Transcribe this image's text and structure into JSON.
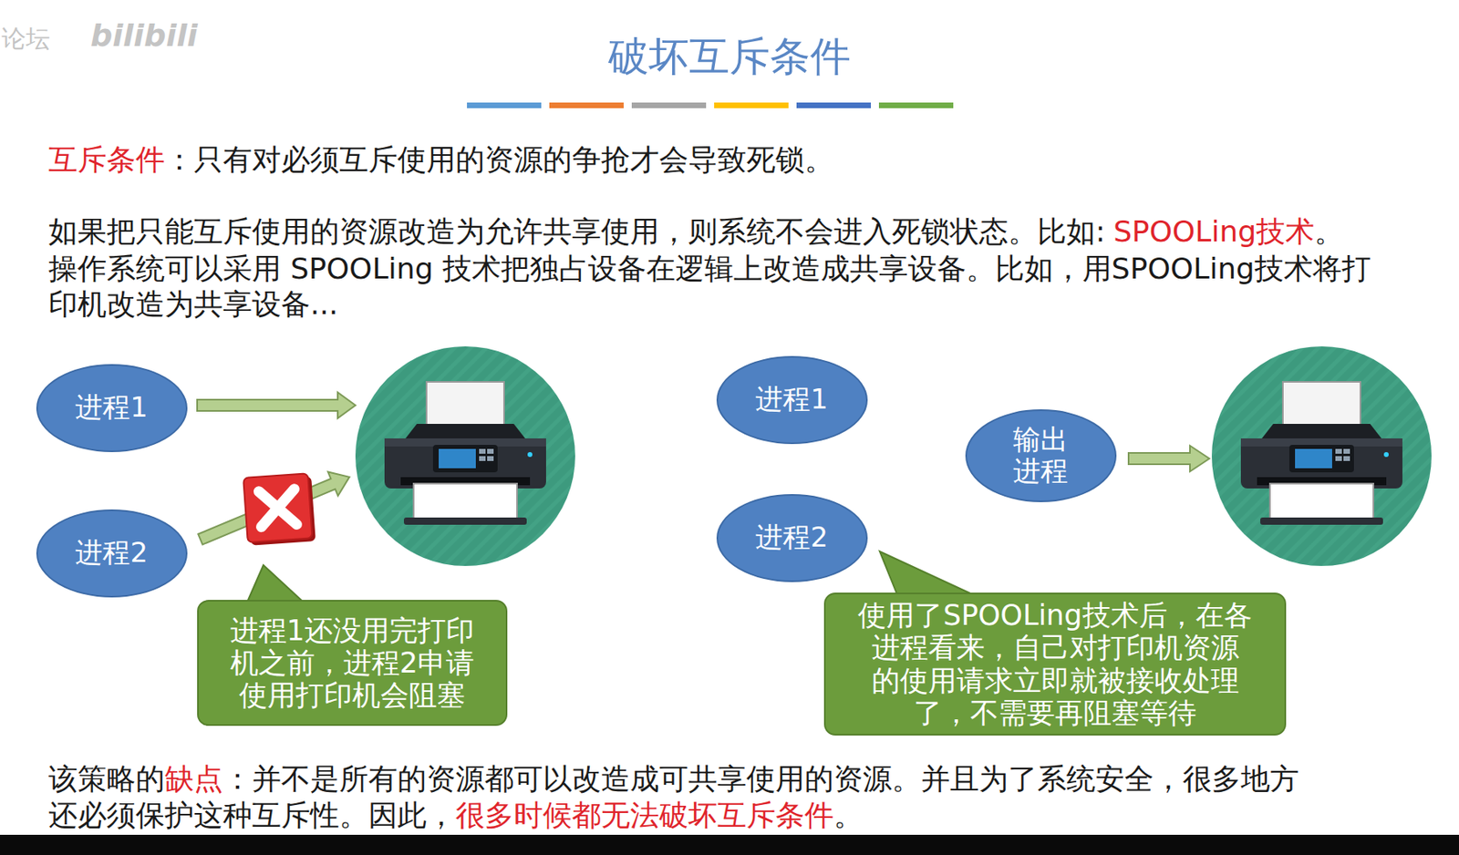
{
  "diagram": {
    "title": "破坏互斥条件",
    "nodes": [
      {
        "text": [
          "进程1"
        ]
      },
      {
        "text": [
          "进程2"
        ]
      },
      {
        "text": [
          "进程1还没用完打印 机之前，进程2申请 使用打印机会阻塞"
        ]
      },
      {
        "text": [
          "进程1"
        ]
      },
      {
        "text": [
          "输出 进程"
        ]
      },
      {
        "text": [
          "进程2"
        ]
      },
      {
        "text": [
          "使用了SPOOLing技术后，在各 进程看来，自己对打印机资源 的使用请求立即就被接收处理 了，不需要再阻塞等待"
        ]
      }
    ],
    "labels": [
      "论坛",
      "bilibili",
      "互斥条件",
      "：只有对必须互斥使用的资源的争抢才会导致死锁。",
      "如果把只能互斥使用的资源改造为允许共享使用，则系统不会进入死锁状态。比如:",
      "SPOOLing技术",
      "。",
      "操作系统可以采用 SPOOLing 技术把独占设备在逻辑上改造成共享设备。比如，用SPOOLing技术将打",
      "印机改造为共享设备...",
      "该策略的",
      "缺点",
      "：并不是所有的资源都可以改造成可共享使用的资源。并且为了系统安全，很多地方",
      "还必须保护这种互斥性。因此，",
      "很多时候都无法破坏互斥条件",
      "。"
    ]
  }
}
